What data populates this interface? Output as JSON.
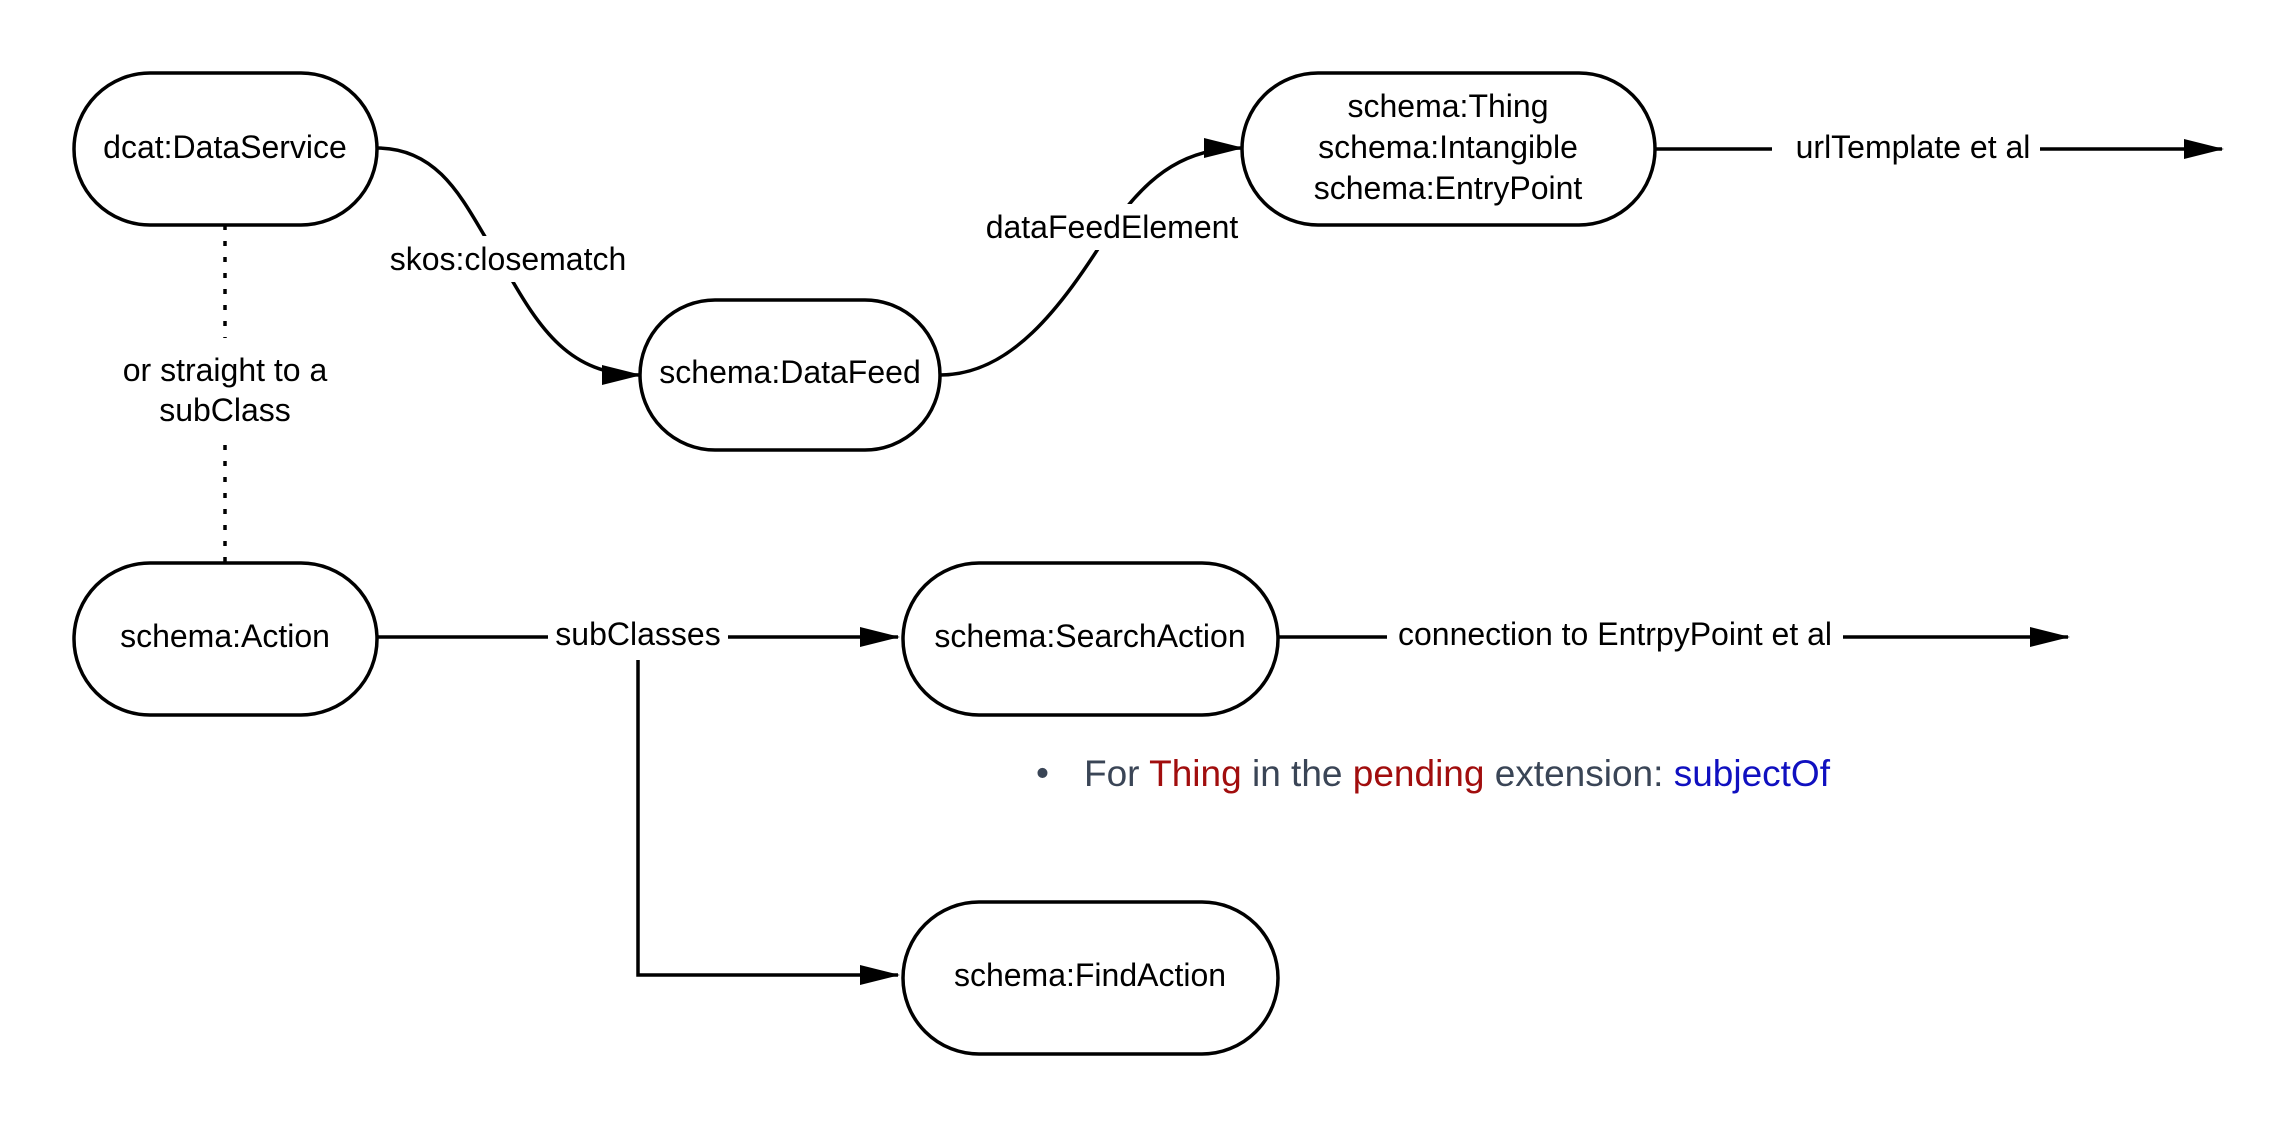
{
  "nodes": {
    "data_service": [
      "dcat:DataService"
    ],
    "data_feed": [
      "schema:DataFeed"
    ],
    "thing_stack": [
      "schema:Thing",
      "schema:Intangible",
      "schema:EntryPoint"
    ],
    "action": [
      "schema:Action"
    ],
    "search_action": [
      "schema:SearchAction"
    ],
    "find_action": [
      "schema:FindAction"
    ]
  },
  "edges": {
    "closematch_label": "skos:closematch",
    "datafeed_element_label": "dataFeedElement",
    "url_template_label": "urlTemplate et al",
    "or_straight_label": [
      "or straight to a",
      "subClass"
    ],
    "subclasses_label": "subClasses",
    "connection_label": "connection to EntrpyPoint et al"
  },
  "note": {
    "bullet": "•",
    "parts": [
      {
        "text": "For ",
        "color": "#3a4556"
      },
      {
        "text": "Thing",
        "color": "#a10d0d"
      },
      {
        "text": " in the ",
        "color": "#3a4556"
      },
      {
        "text": "pending",
        "color": "#a10d0d"
      },
      {
        "text": " extension: ",
        "color": "#3a4556"
      },
      {
        "text": "subjectOf",
        "color": "#1010c0"
      }
    ]
  },
  "colors": {
    "stroke": "#000000",
    "background": "#ffffff"
  }
}
